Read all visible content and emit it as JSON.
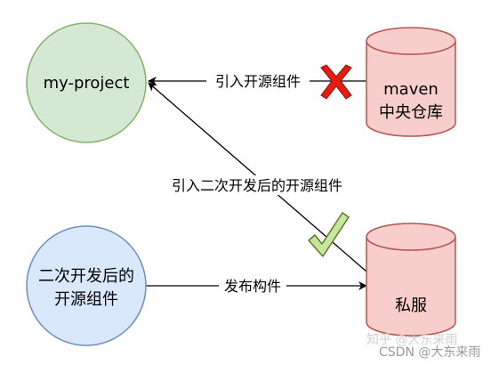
{
  "nodes": {
    "my_project": {
      "label": "my-project"
    },
    "maven": {
      "line1": "maven",
      "line2": "中央仓库"
    },
    "secondary": {
      "line1": "二次开发后的",
      "line2": "开源组件"
    },
    "private": {
      "label": "私服"
    }
  },
  "edges": {
    "maven_to_project": "引入开源组件",
    "private_to_project": "引入二次开发后的开源组件",
    "secondary_to_private": "发布构件"
  },
  "watermark": {
    "zhihu": "知乎 @大东来雨",
    "csdn": "CSDN @大东来雨"
  },
  "colors": {
    "green_fill": "#d5e8d4",
    "green_stroke": "#82b366",
    "red_fill": "#f8cecc",
    "red_stroke": "#b85450",
    "blue_fill": "#dae8fc",
    "blue_stroke": "#6c8ebf",
    "cross": "#e51c10",
    "check_fill": "#c7e69c",
    "check_stroke": "#5b7a2a"
  }
}
